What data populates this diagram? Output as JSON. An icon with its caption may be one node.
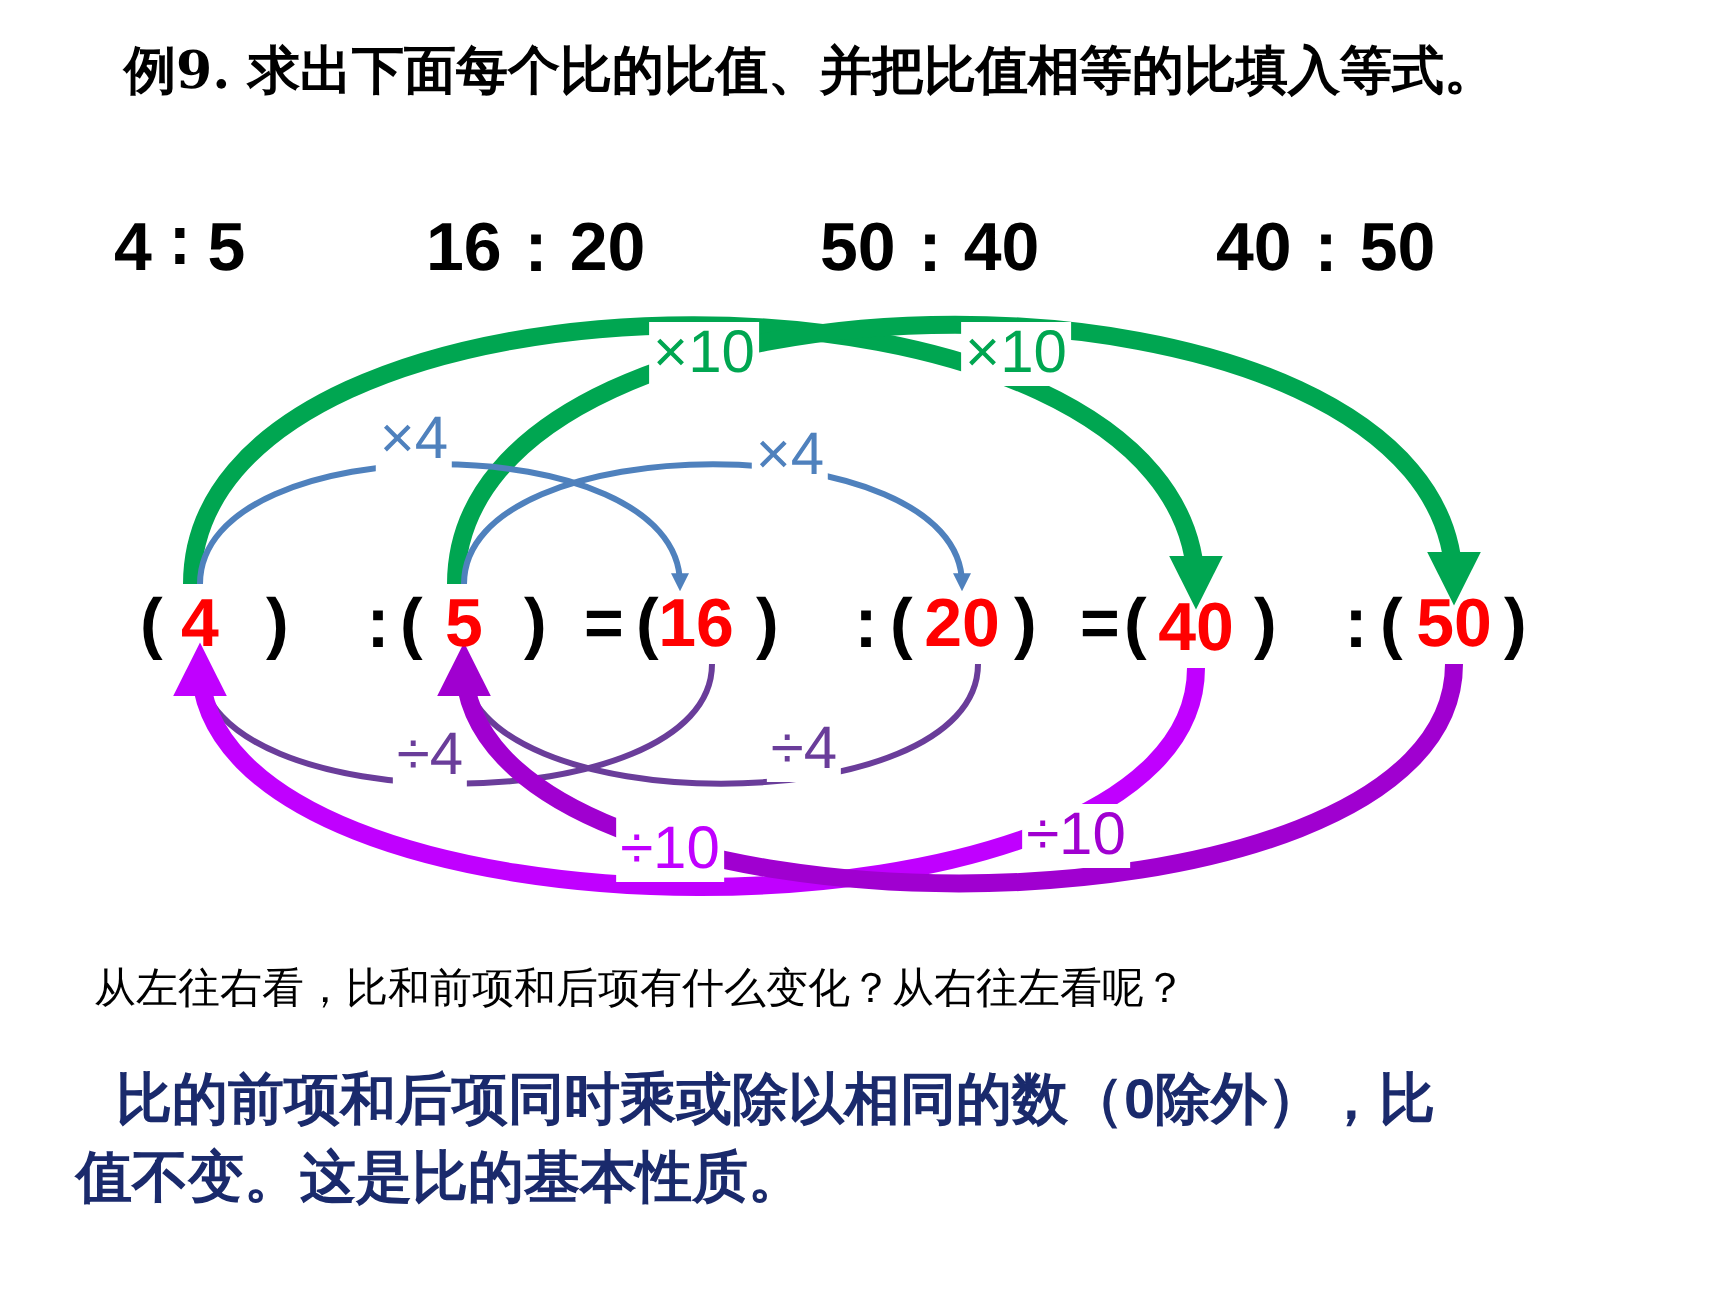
{
  "diagram": {
    "title": "例9. 求出下面每个比的比值、并把比值相等的比填入等式。",
    "nodes": [
      {
        "text": [
          "4"
        ]
      },
      {
        "text": [
          "5"
        ]
      },
      {
        "text": [
          "16"
        ]
      },
      {
        "text": [
          "20"
        ]
      },
      {
        "text": [
          "40"
        ]
      },
      {
        "text": [
          "50"
        ]
      }
    ],
    "edges": [
      {
        "from": 0,
        "to": 4,
        "arrow": "to",
        "label": "×10",
        "style": "thick",
        "color": "#00a651"
      },
      {
        "from": 1,
        "to": 5,
        "arrow": "to",
        "label": "×10",
        "style": "thick",
        "color": "#00a651"
      },
      {
        "from": 0,
        "to": 2,
        "arrow": "to",
        "label": "×4",
        "color": "#4f81bd"
      },
      {
        "from": 1,
        "to": 3,
        "arrow": "to",
        "label": "×4",
        "color": "#4f81bd"
      },
      {
        "from": 2,
        "to": 0,
        "arrow": "to",
        "label": "÷4",
        "color": "#6a3d9a"
      },
      {
        "from": 3,
        "to": 1,
        "arrow": "to",
        "label": "÷4",
        "color": "#6a3d9a"
      },
      {
        "from": 4,
        "to": 0,
        "arrow": "to",
        "label": "÷10",
        "style": "thick",
        "color": "#c000ff"
      },
      {
        "from": 5,
        "to": 1,
        "arrow": "to",
        "label": "÷10",
        "style": "thick",
        "color": "#a000d0"
      }
    ],
    "labels": [
      "4 ∶ 5",
      "16：20",
      "50：40",
      "40：50",
      "(",
      ")",
      "：",
      "(",
      ")",
      "=",
      "(",
      ")",
      "：",
      "(",
      ")",
      "=",
      "(",
      ")",
      "：",
      "(",
      ")",
      "从左往右看，比和前项和后项有什么变化？从右往左看呢？",
      "比的前项和后项同时乘或除以相同的数（0除外），比值不变。这是比的基本性质。"
    ]
  }
}
